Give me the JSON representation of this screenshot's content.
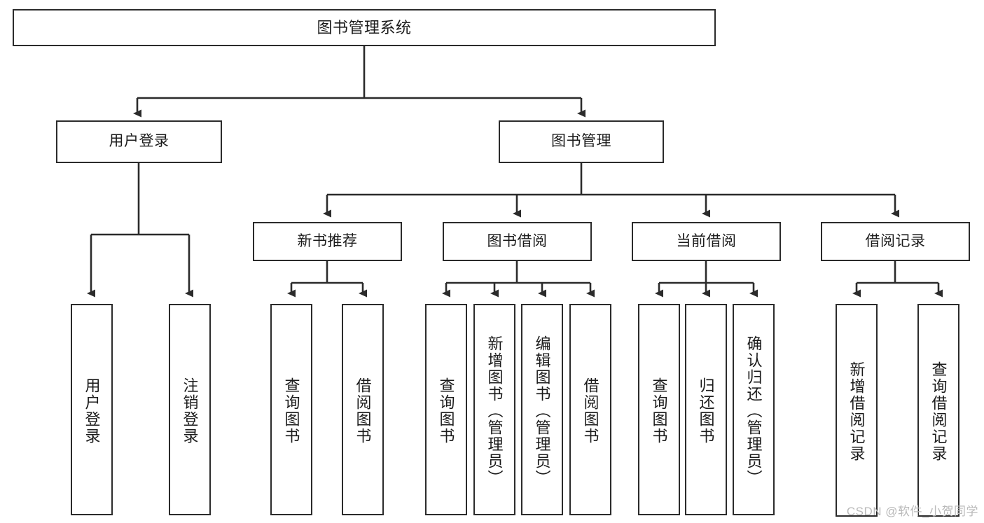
{
  "diagram": {
    "type": "tree",
    "title": "图书管理系统",
    "root": {
      "id": "root",
      "label": "图书管理系统"
    },
    "level1": [
      {
        "id": "user-login",
        "label": "用户登录"
      },
      {
        "id": "book-management",
        "label": "图书管理"
      }
    ],
    "level2": [
      {
        "id": "new-book-recommend",
        "label": "新书推荐",
        "parent": "book-management"
      },
      {
        "id": "book-borrow",
        "label": "图书借阅",
        "parent": "book-management"
      },
      {
        "id": "current-borrow",
        "label": "当前借阅",
        "parent": "book-management"
      },
      {
        "id": "borrow-record",
        "label": "借阅记录",
        "parent": "book-management"
      }
    ],
    "leaves": [
      {
        "id": "leaf-user-login",
        "label": "用户登录",
        "parent": "user-login"
      },
      {
        "id": "leaf-logout-login",
        "label": "注销登录",
        "parent": "user-login"
      },
      {
        "id": "leaf-query-book-1",
        "label": "查询图书",
        "parent": "new-book-recommend"
      },
      {
        "id": "leaf-borrow-book-1",
        "label": "借阅图书",
        "parent": "new-book-recommend"
      },
      {
        "id": "leaf-query-book-2",
        "label": "查询图书",
        "parent": "book-borrow"
      },
      {
        "id": "leaf-add-book",
        "label": "新增图书（管理员）",
        "parent": "book-borrow"
      },
      {
        "id": "leaf-edit-book",
        "label": "编辑图书（管理员）",
        "parent": "book-borrow"
      },
      {
        "id": "leaf-borrow-book-2",
        "label": "借阅图书",
        "parent": "book-borrow"
      },
      {
        "id": "leaf-query-book-3",
        "label": "查询图书",
        "parent": "current-borrow"
      },
      {
        "id": "leaf-return-book",
        "label": "归还图书",
        "parent": "current-borrow"
      },
      {
        "id": "leaf-confirm-return",
        "label": "确认归还（管理员）",
        "parent": "current-borrow"
      },
      {
        "id": "leaf-add-record",
        "label": "新增借阅记录",
        "parent": "borrow-record"
      },
      {
        "id": "leaf-query-record",
        "label": "查询借阅记录",
        "parent": "borrow-record"
      }
    ],
    "colors": {
      "stroke": "#2b2b2b",
      "fill": "#ffffff",
      "text": "#1b1b1b",
      "watermark": "#b9b9b9"
    }
  },
  "watermark": {
    "text": "CSDN @软件_小贺同学"
  }
}
